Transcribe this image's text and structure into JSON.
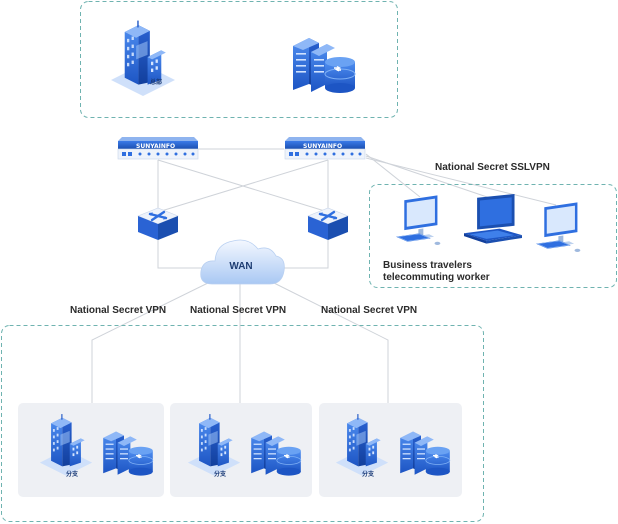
{
  "devices": {
    "brand_label": "SUNYAINFO"
  },
  "cloud": {
    "label": "WAN"
  },
  "links": {
    "sslvpn_label": "National Secret SSLVPN",
    "vpn_left_label": "National Secret VPN",
    "vpn_center_label": "National Secret VPN",
    "vpn_right_label": "National Secret VPN"
  },
  "remote_users": {
    "caption_line1": "Business travelers",
    "caption_line2": "telecommuting worker"
  },
  "headquarters": {
    "building_tag": "总部"
  },
  "branches": [
    {
      "building_tag": "分支"
    },
    {
      "building_tag": "分支"
    },
    {
      "building_tag": "分支"
    }
  ],
  "colors": {
    "primary_blue": "#2f6fe0",
    "dark_blue": "#1b4fb0",
    "light_blue": "#9fc3f5",
    "pale_blue": "#e4eefc",
    "dashed_border": "#6fb3b0",
    "panel_gray": "#eef0f4",
    "line_gray": "#cfd3d9"
  }
}
